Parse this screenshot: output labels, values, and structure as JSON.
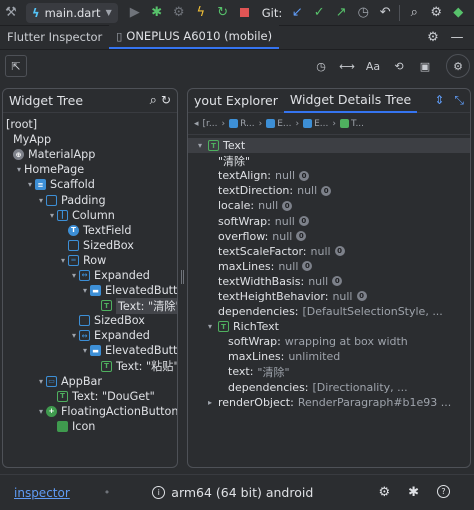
{
  "toolbar": {
    "run_config": "main.dart",
    "git_label": "Git:"
  },
  "tabs": {
    "inspector": "Flutter Inspector",
    "device": "ONEPLUS A6010 (mobile)"
  },
  "widget_tree": {
    "title": "Widget Tree",
    "root": "[root]",
    "nodes": [
      {
        "label": "MyApp",
        "depth": 0,
        "caret": "",
        "icon": "none"
      },
      {
        "label": "MaterialApp",
        "depth": 0,
        "caret": "",
        "icon": "gray"
      },
      {
        "label": "HomePage",
        "depth": 1,
        "caret": "v",
        "icon": "none"
      },
      {
        "label": "Scaffold",
        "depth": 2,
        "caret": "v",
        "icon": "scaffold"
      },
      {
        "label": "Padding",
        "depth": 3,
        "caret": "v",
        "icon": "outline"
      },
      {
        "label": "Column",
        "depth": 4,
        "caret": "v",
        "icon": "column"
      },
      {
        "label": "TextField",
        "depth": 5,
        "caret": "",
        "icon": "blue-circle"
      },
      {
        "label": "SizedBox",
        "depth": 5,
        "caret": "",
        "icon": "outline"
      },
      {
        "label": "Row",
        "depth": 5,
        "caret": "v",
        "icon": "row"
      },
      {
        "label": "Expanded",
        "depth": 6,
        "caret": "v",
        "icon": "expanded"
      },
      {
        "label": "ElevatedButt...",
        "depth": 7,
        "caret": "v",
        "icon": "button"
      },
      {
        "label": "Text: \"清除\"",
        "depth": 8,
        "caret": "",
        "icon": "text",
        "selected": true
      },
      {
        "label": "SizedBox",
        "depth": 6,
        "caret": "",
        "icon": "outline"
      },
      {
        "label": "Expanded",
        "depth": 6,
        "caret": "v",
        "icon": "expanded"
      },
      {
        "label": "ElevatedButt...",
        "depth": 7,
        "caret": "v",
        "icon": "button"
      },
      {
        "label": "Text: \"粘贴\"",
        "depth": 8,
        "caret": "",
        "icon": "text"
      },
      {
        "label": "AppBar",
        "depth": 3,
        "caret": "v",
        "icon": "appbar"
      },
      {
        "label": "Text: \"DouGet\"",
        "depth": 4,
        "caret": "",
        "icon": "text"
      },
      {
        "label": "FloatingActionButton",
        "depth": 3,
        "caret": "v",
        "icon": "green-circle"
      },
      {
        "label": "Icon",
        "depth": 4,
        "caret": "",
        "icon": "green-square"
      }
    ]
  },
  "right_panel": {
    "tab_layout": "yout Explorer",
    "tab_details": "Widget Details Tree",
    "breadcrumbs": [
      "[r...",
      "R...",
      "E...",
      "E...",
      "T..."
    ],
    "details": [
      {
        "depth": 0,
        "caret": "v",
        "icon": "text",
        "key": "Text",
        "value": "",
        "highlight": true
      },
      {
        "depth": 1,
        "key": "\"清除\"",
        "value": ""
      },
      {
        "depth": 1,
        "key": "textAlign:",
        "value": "null",
        "badge": "0"
      },
      {
        "depth": 1,
        "key": "textDirection:",
        "value": "null",
        "badge": "0"
      },
      {
        "depth": 1,
        "key": "locale:",
        "value": "null",
        "badge": "0"
      },
      {
        "depth": 1,
        "key": "softWrap:",
        "value": "null",
        "badge": "0"
      },
      {
        "depth": 1,
        "key": "overflow:",
        "value": "null",
        "badge": "0"
      },
      {
        "depth": 1,
        "key": "textScaleFactor:",
        "value": "null",
        "badge": "0"
      },
      {
        "depth": 1,
        "key": "maxLines:",
        "value": "null",
        "badge": "0"
      },
      {
        "depth": 1,
        "key": "textWidthBasis:",
        "value": "null",
        "badge": "0"
      },
      {
        "depth": 1,
        "key": "textHeightBehavior:",
        "value": "null",
        "badge": "0"
      },
      {
        "depth": 1,
        "key": "dependencies:",
        "value": "[DefaultSelectionStyle, ..."
      },
      {
        "depth": 1,
        "caret": "v",
        "icon": "text",
        "key": "RichText",
        "value": ""
      },
      {
        "depth": 2,
        "key": "softWrap:",
        "value": "wrapping at box width"
      },
      {
        "depth": 2,
        "key": "maxLines:",
        "value": "unlimited"
      },
      {
        "depth": 2,
        "key": "text:",
        "value": "\"清除\""
      },
      {
        "depth": 2,
        "key": "dependencies:",
        "value": "[Directionality, ..."
      },
      {
        "depth": 1,
        "caret": ">",
        "key": "renderObject:",
        "value": "RenderParagraph#b1e93 ..."
      }
    ]
  },
  "status": {
    "link": "inspector",
    "device": "arm64 (64 bit) android"
  },
  "colors": {
    "accent": "#3574f0",
    "link": "#5f9bf5",
    "bg": "#2b2d30"
  }
}
